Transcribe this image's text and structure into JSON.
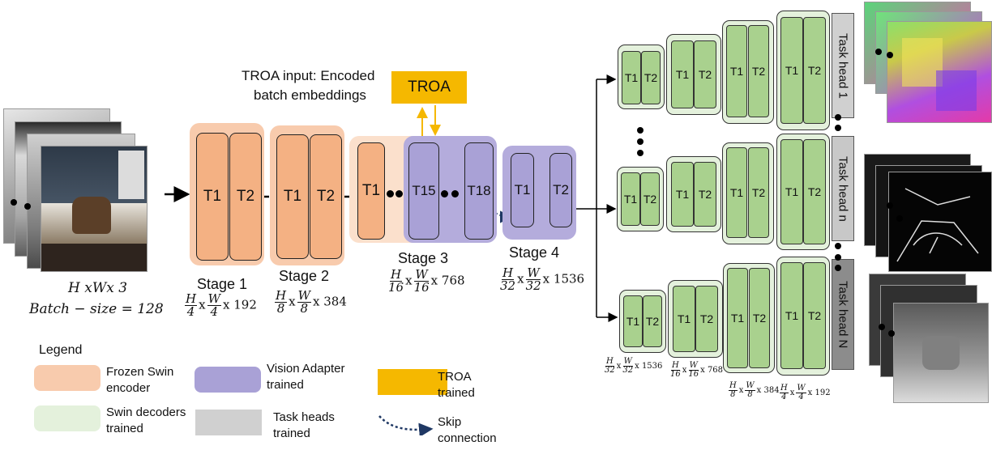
{
  "input": {
    "dims": "H xWx 3",
    "batch": "Batch − size = 128"
  },
  "troa": {
    "label": "TROA",
    "caption_line1": "TROA input: Encoded",
    "caption_line2": "batch embeddings"
  },
  "stages": {
    "s1": {
      "name": "Stage 1",
      "blocks": [
        "T1",
        "T2"
      ],
      "denom": "4",
      "ch": "192"
    },
    "s2": {
      "name": "Stage 2",
      "blocks": [
        "T1",
        "T2"
      ],
      "denom": "8",
      "ch": "384"
    },
    "s3": {
      "name": "Stage 3",
      "blocks": [
        "T1",
        "T15",
        "T18"
      ],
      "denom": "16",
      "ch": "768"
    },
    "s4": {
      "name": "Stage 4",
      "blocks": [
        "T1",
        "T2"
      ],
      "denom": "32",
      "ch": "1536"
    }
  },
  "frac": {
    "H": "H",
    "W": "W",
    "x": "x"
  },
  "decoder": {
    "block_t1": "T1",
    "block_t2": "T2"
  },
  "decoder_dims": {
    "d1": {
      "denom": "32",
      "ch": "1536"
    },
    "d2": {
      "denom": "16",
      "ch": "768"
    },
    "d3": {
      "denom": "8",
      "ch": "384"
    },
    "d4": {
      "denom": "4",
      "ch": "192"
    }
  },
  "task_heads": [
    "Task head 1",
    "Task head n",
    "Task head N"
  ],
  "legend": {
    "title": "Legend",
    "items": [
      {
        "label_1": "Frozen Swin",
        "label_2": "encoder",
        "color": "#f4b183"
      },
      {
        "label_1": "Vision Adapter",
        "label_2": "trained",
        "color": "#a9a1d6"
      },
      {
        "label_1": "TROA",
        "label_2": "trained",
        "color": "#f5b800"
      },
      {
        "label_1": "Swin decoders",
        "label_2": "trained",
        "color": "#e4f1dc"
      },
      {
        "label_1": "Task heads",
        "label_2": "trained",
        "color": "#d0d0d0"
      },
      {
        "label_1": "Skip",
        "label_2": "connection",
        "color": "#1f3864"
      }
    ]
  }
}
